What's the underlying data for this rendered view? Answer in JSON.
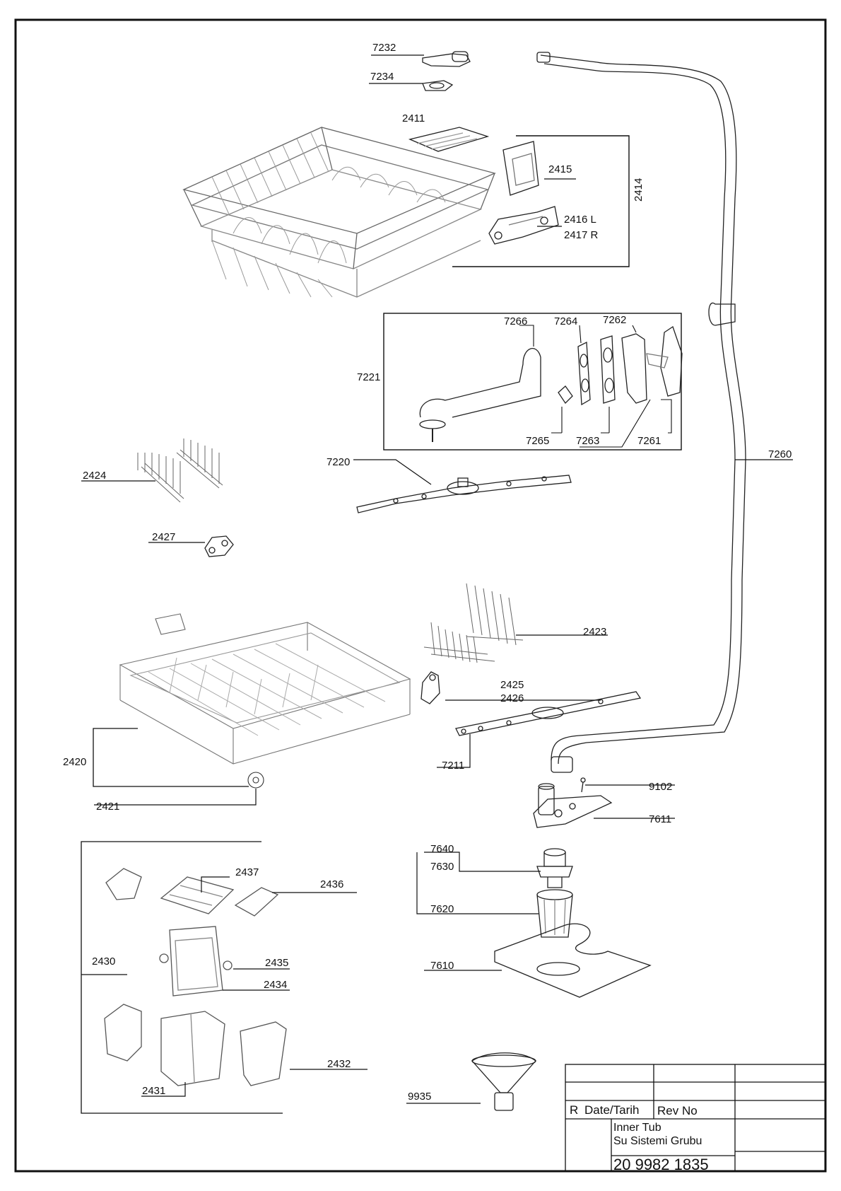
{
  "labels": {
    "l7232": "7232",
    "l7234": "7234",
    "l2411": "2411",
    "l2415": "2415",
    "l2414": "2414",
    "l2416": "2416 L",
    "l2417": "2417 R",
    "l7266": "7266",
    "l7264": "7264",
    "l7262": "7262",
    "l7221": "7221",
    "l7265": "7265",
    "l7263": "7263",
    "l7261": "7261",
    "l7260": "7260",
    "l2424": "2424",
    "l7220": "7220",
    "l2427": "2427",
    "l2423": "2423",
    "l2425": "2425",
    "l2426": "2426",
    "l2420": "2420",
    "l7211": "7211",
    "l2421": "2421",
    "l9102": "9102",
    "l7611": "7611",
    "l7640": "7640",
    "l7630": "7630",
    "l7620": "7620",
    "l7610": "7610",
    "l2437": "2437",
    "l2436": "2436",
    "l2430": "2430",
    "l2435": "2435",
    "l2434": "2434",
    "l2432": "2432",
    "l2431": "2431",
    "l9935": "9935"
  },
  "title_block": {
    "revision_header": "R",
    "date_header": "Date/Tarih",
    "rev_no_header": "Rev No",
    "title_line1": "Inner Tub",
    "title_line2": "Su Sistemi Grubu",
    "drawing_number": "20 9982 1835"
  }
}
